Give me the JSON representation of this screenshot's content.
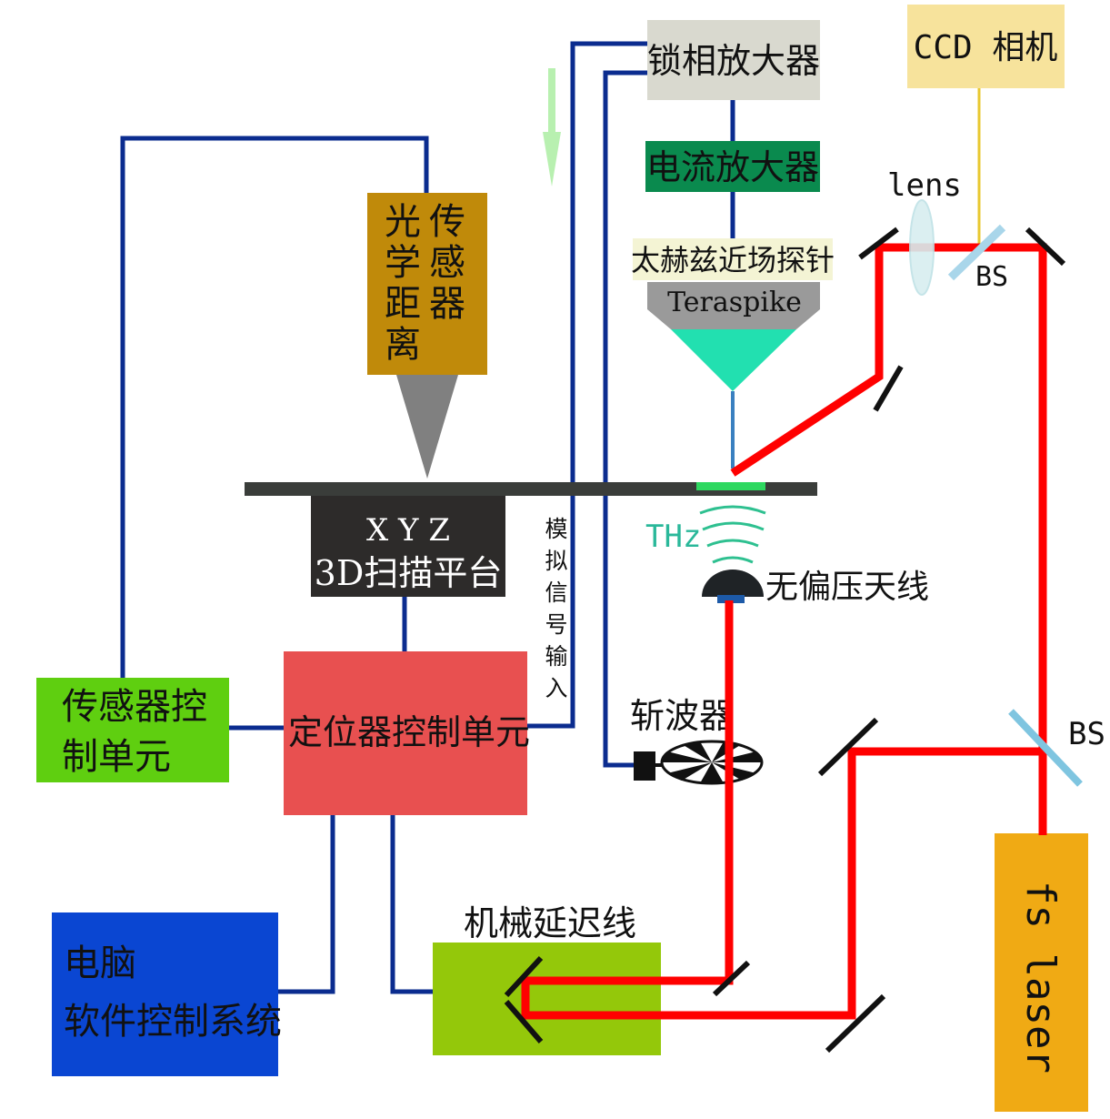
{
  "labels": {
    "lockin": "锁相放大器",
    "current_amp": "电流放大器",
    "ccd": "CCD 相机",
    "lens": "lens",
    "bs_top": "BS",
    "bs_right": "BS",
    "probe_cn": "太赫兹近场探针",
    "probe_en": "Teraspike",
    "optical_sensor_col1": [
      "光",
      "学",
      "距",
      "离"
    ],
    "optical_sensor_col2": [
      "传",
      "感",
      "器"
    ],
    "stage_line1": "X Y Z",
    "stage_line2": "3D扫描平台",
    "analog_input": [
      "模",
      "拟",
      "信",
      "号",
      "输",
      "入"
    ],
    "thz": "THz",
    "antenna": "无偏压天线",
    "sensor_ctrl_line1": "传感器控",
    "sensor_ctrl_line2": "制单元",
    "positioner_ctrl": "定位器控制单元",
    "chopper": "斩波器",
    "computer_line1": "电脑",
    "computer_line2": "软件控制系统",
    "delay_line": "机械延迟线",
    "laser": "fs laser"
  },
  "colors": {
    "beam": "#ff0000",
    "wire": "#0b2c8f",
    "lockin_bg": "#d9d9cf",
    "current_amp_bg": "#0a8a4e",
    "ccd_bg": "#f7e39c",
    "probe_label_bg": "#f4f4d4",
    "optical_sensor_bg": "#c08a0a",
    "stage_bg": "#2d2b2a",
    "sensor_ctrl_bg": "#5fcf10",
    "positioner_bg": "#e85050",
    "computer_bg": "#0a46d2",
    "delay_bg": "#94c80a",
    "laser_bg": "#f0aa14",
    "bs_color": "#7fc5e0",
    "teraspike_tip": "#22e0b0"
  }
}
